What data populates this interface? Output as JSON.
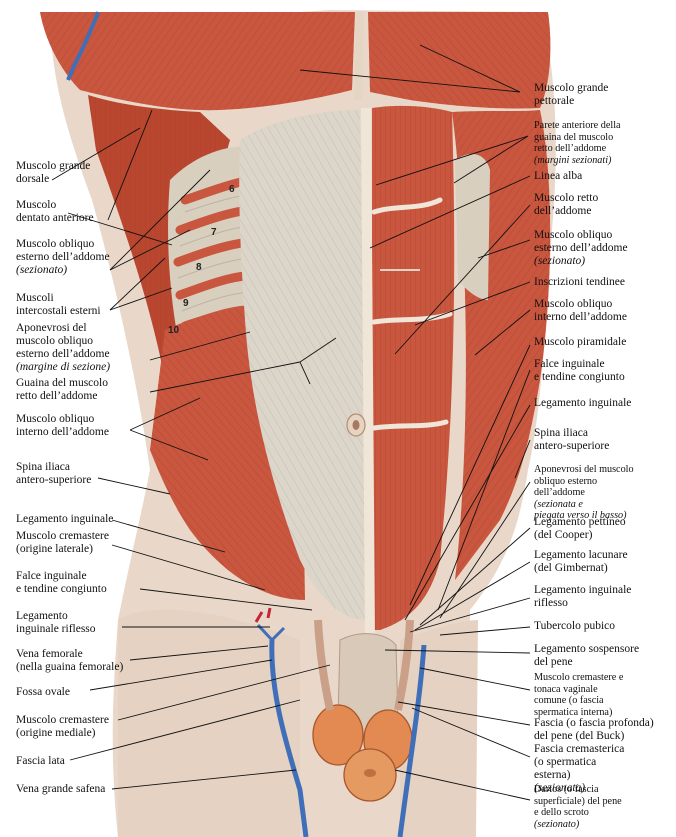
{
  "colors": {
    "background": "#ffffff",
    "muscle": "#c9563e",
    "muscle_light": "#dd7a5c",
    "muscle_dark": "#9c3523",
    "fascia": "#dcd6ca",
    "fascia_shadow": "#b9b1a3",
    "skin_edge": "#e9d8c9",
    "vein": "#3f6fb8",
    "artery": "#c0283a",
    "leader_line": "#111111",
    "label_text": "#111111",
    "rib": "#d8cfc0"
  },
  "rib_numbers": [
    "6",
    "7",
    "8",
    "9",
    "10"
  ],
  "labels_left": [
    {
      "text": "Muscolo grande\ndorsale"
    },
    {
      "text": "Muscolo\ndentato anteriore"
    },
    {
      "text": "Muscolo obliquo\nesterno dell’addome",
      "note": "(sezionato)"
    },
    {
      "text": "Muscoli\nintercostali esterni"
    },
    {
      "text": "Aponevrosi del\nmuscolo obliquo\nesterno dell’addome",
      "note": "(margine di sezione)"
    },
    {
      "text": "Guaina del muscolo\nretto dell’addome"
    },
    {
      "text": "Muscolo obliquo\ninterno dell’addome"
    },
    {
      "text": "Spina iliaca\nantero-superiore"
    },
    {
      "text": "Legamento inguinale"
    },
    {
      "text": "Muscolo cremastere\n(origine laterale)"
    },
    {
      "text": "Falce inguinale\ne tendine congiunto"
    },
    {
      "text": "Legamento\ninguinale riflesso"
    },
    {
      "text": "Vena femorale\n(nella guaina femorale)"
    },
    {
      "text": "Fossa ovale"
    },
    {
      "text": "Muscolo cremastere\n(origine mediale)"
    },
    {
      "text": "Fascia lata"
    },
    {
      "text": "Vena grande safena"
    }
  ],
  "labels_right": [
    {
      "text": "Muscolo grande\npettorale"
    },
    {
      "text": "Parete anteriore della\nguaina del muscolo\nretto dell’addome",
      "note": "(margini sezionati)"
    },
    {
      "text": "Linea alba"
    },
    {
      "text": "Muscolo retto\ndell’addome"
    },
    {
      "text": "Muscolo obliquo\nesterno dell’addome",
      "note": "(sezionato)"
    },
    {
      "text": "Inscrizioni tendinee"
    },
    {
      "text": "Muscolo obliquo\ninterno dell’addome"
    },
    {
      "text": "Muscolo piramidale"
    },
    {
      "text": "Falce inguinale\ne tendine congiunto"
    },
    {
      "text": "Legamento inguinale"
    },
    {
      "text": "Spina iliaca\nantero-superiore"
    },
    {
      "text": "Aponevrosi del muscolo\nobliquo esterno\ndell’addome",
      "note": "(sezionata e\npiegata verso il basso)"
    },
    {
      "text": "Legamento pettineo\n(del Cooper)"
    },
    {
      "text": "Legamento lacunare\n(del Gimbernat)"
    },
    {
      "text": "Legamento inguinale\nriflesso"
    },
    {
      "text": "Tubercolo pubico"
    },
    {
      "text": "Legamento sospensore\ndel pene"
    },
    {
      "text": "Muscolo cremastere e\ntonaca vaginale\ncomune (o fascia\nspermatica interna)"
    },
    {
      "text": "Fascia (o fascia profonda)\ndel pene (del Buck)"
    },
    {
      "text": "Fascia cremasterica\n(o spermatica\nesterna)",
      "note": "(sezionata)"
    },
    {
      "text": "Dartos (o fascia\nsuperficiale) del pene\ne dello scroto",
      "note": "(sezionato)"
    }
  ]
}
